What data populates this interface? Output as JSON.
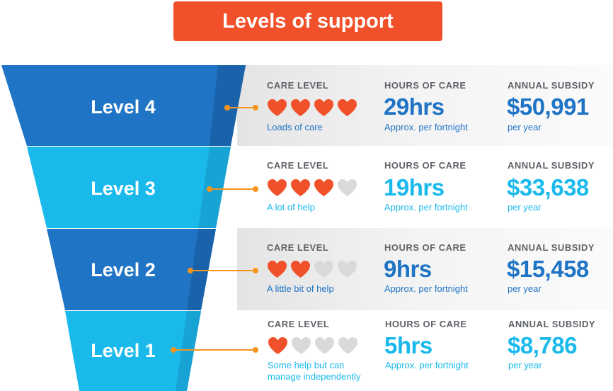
{
  "title": "Levels of support",
  "colors": {
    "orange": "#f0512a",
    "connector": "#f7941d",
    "dark_blue": "#1f74c5",
    "light_blue": "#1ab9ec",
    "heart_filled": "#f0512a",
    "heart_empty": "#d9d9d9"
  },
  "column_labels": {
    "care": "CARE LEVEL",
    "hours": "HOURS OF CARE",
    "subsidy": "ANNUAL SUBSIDY"
  },
  "levels": [
    {
      "name": "Level 4",
      "hearts_filled": 4,
      "hearts_total": 4,
      "care_desc": "Loads of care",
      "hours": "29hrs",
      "hours_note": "Approx. per fortnight",
      "subsidy": "$50,991",
      "subsidy_note": "per year"
    },
    {
      "name": "Level 3",
      "hearts_filled": 3,
      "hearts_total": 4,
      "care_desc": "A lot of help",
      "hours": "19hrs",
      "hours_note": "Approx. per fortnight",
      "subsidy": "$33,638",
      "subsidy_note": "per year"
    },
    {
      "name": "Level 2",
      "hearts_filled": 2,
      "hearts_total": 4,
      "care_desc": "A little bit of help",
      "hours": "9hrs",
      "hours_note": "Approx. per fortnight",
      "subsidy": "$15,458",
      "subsidy_note": "per year"
    },
    {
      "name": "Level 1",
      "hearts_filled": 1,
      "hearts_total": 4,
      "care_desc_line1": "Some help but can",
      "care_desc_line2": "manage independently",
      "hours": "5hrs",
      "hours_note": "Approx. per fortnight",
      "subsidy": "$8,786",
      "subsidy_note": "per year"
    }
  ]
}
